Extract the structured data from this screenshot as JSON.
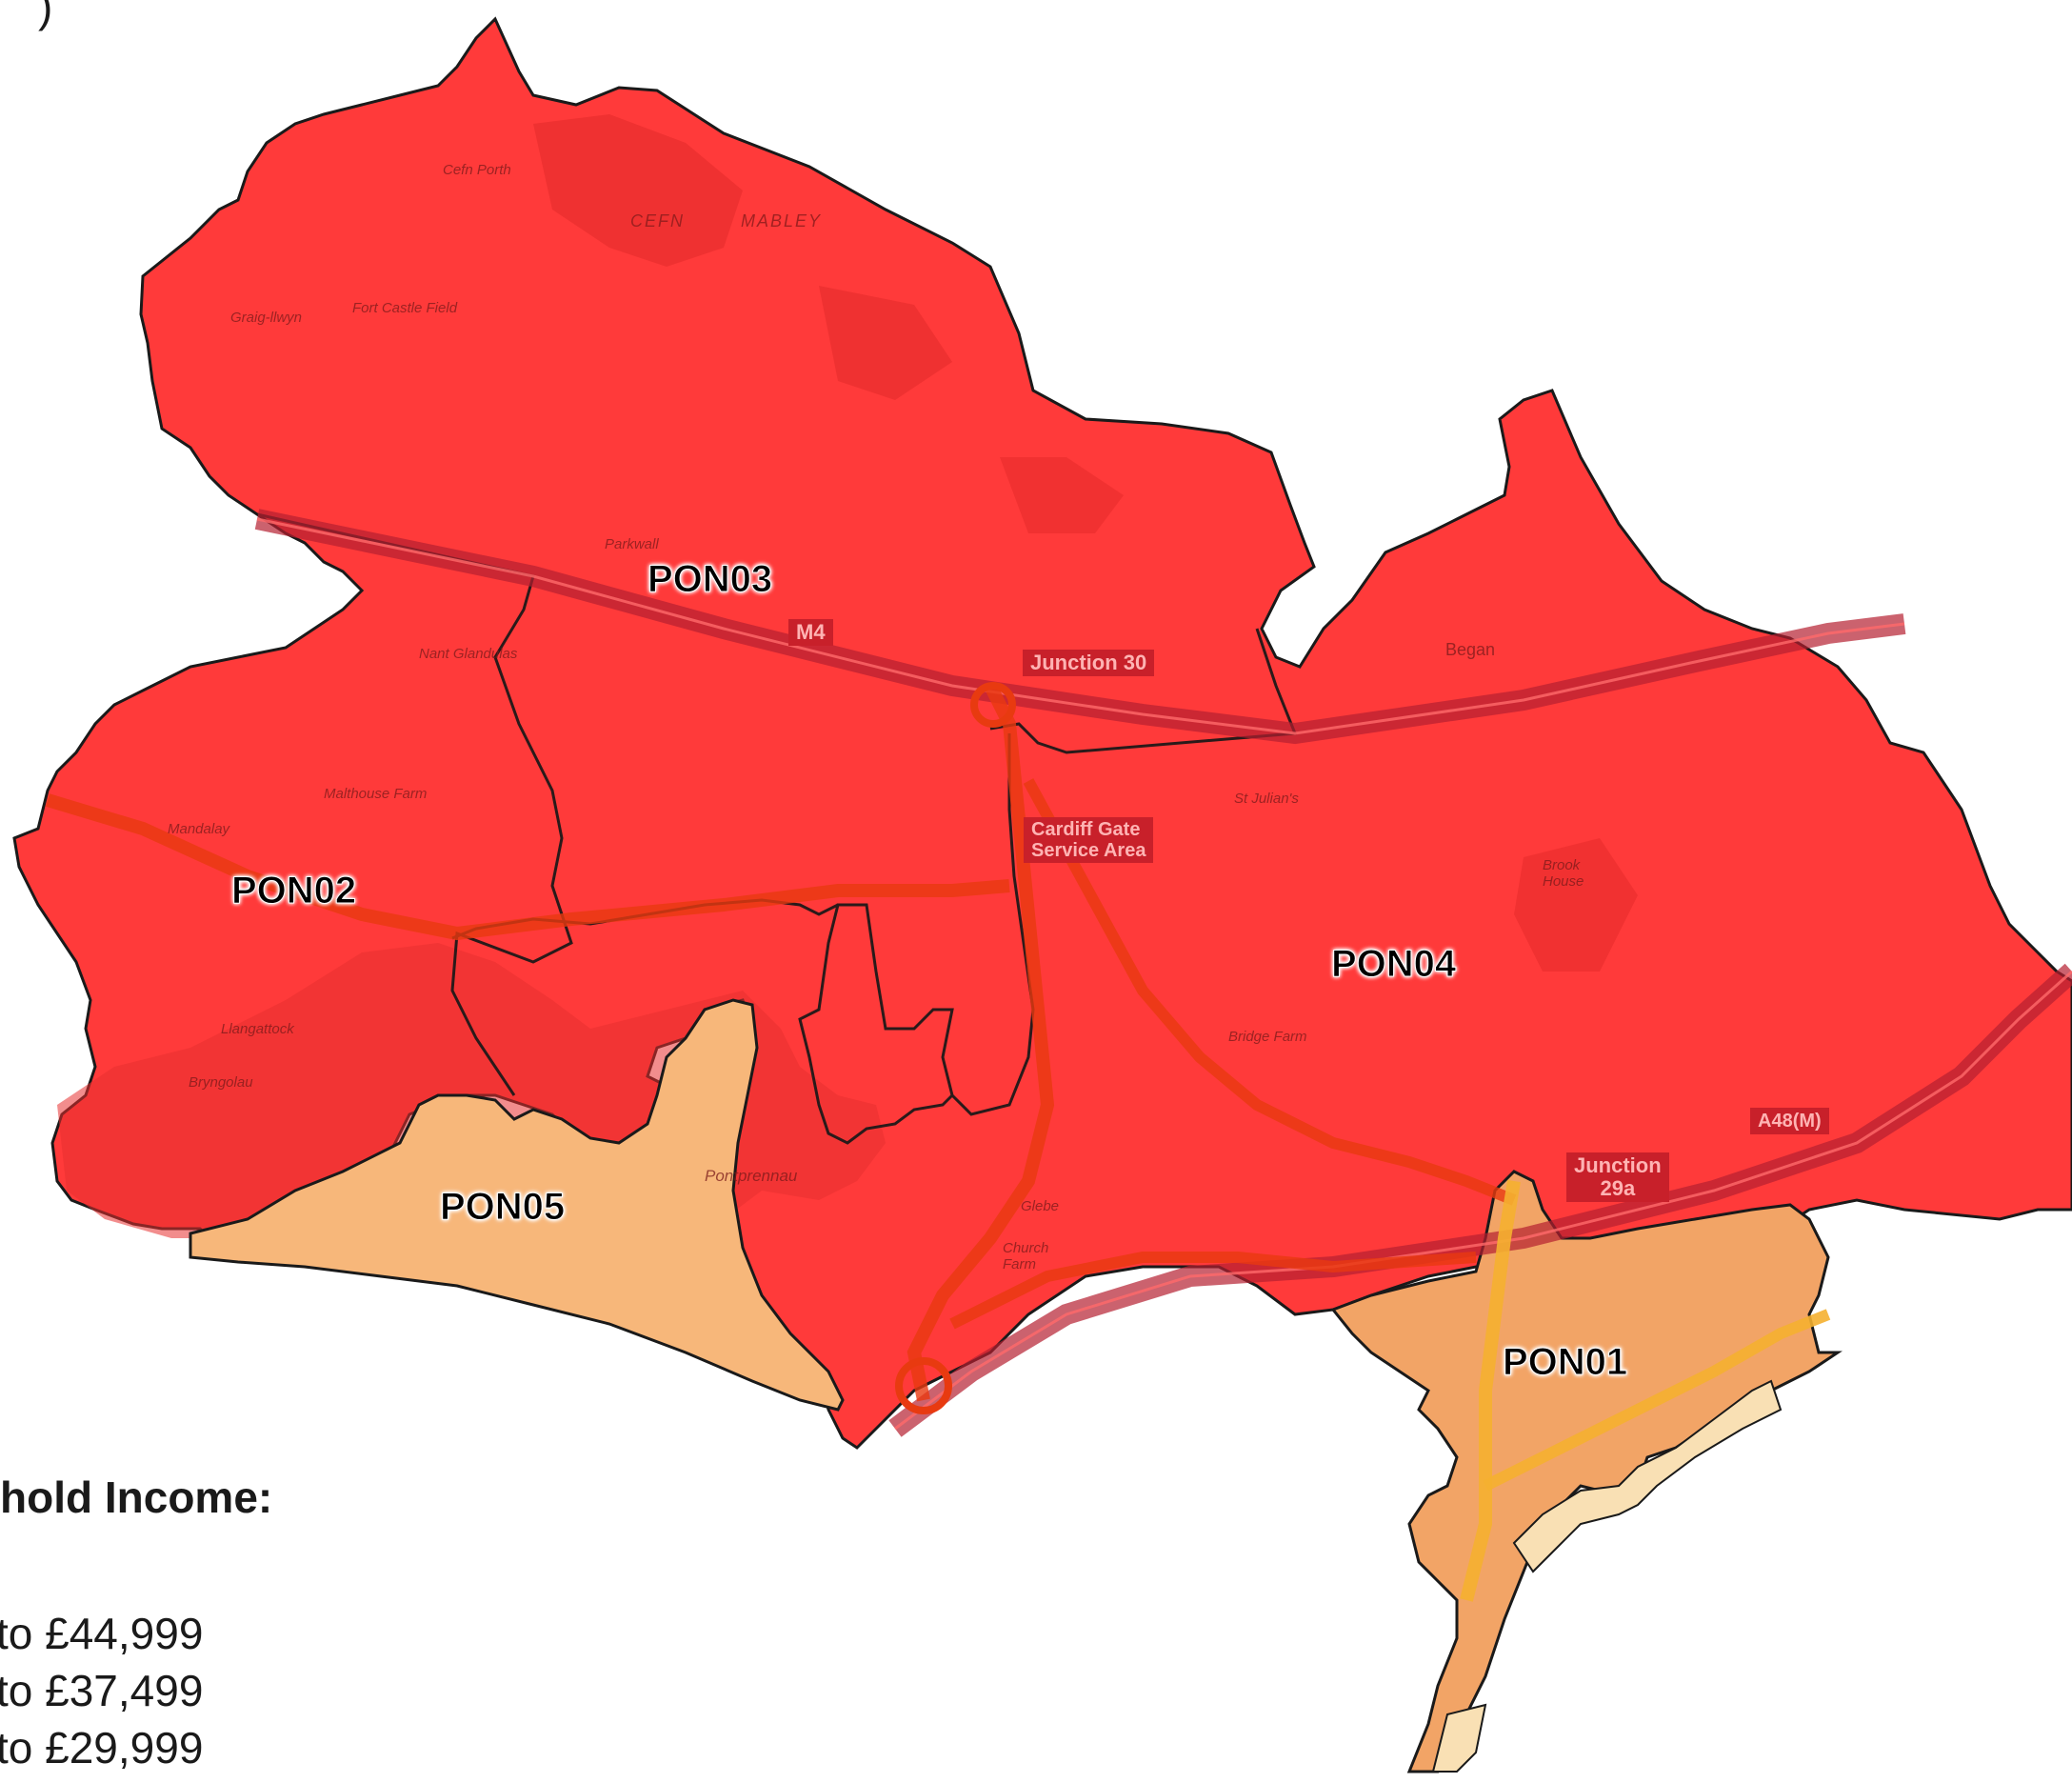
{
  "areas": [
    {
      "id": "PON01",
      "label": "PON01",
      "color": "#f2a466"
    },
    {
      "id": "PON02",
      "label": "PON02",
      "color": "#ff3a3a"
    },
    {
      "id": "PON03",
      "label": "PON03",
      "color": "#ff3a3a"
    },
    {
      "id": "PON04",
      "label": "PON04",
      "color": "#ff3a3a"
    },
    {
      "id": "PON05",
      "label": "PON05",
      "color": "#f7b77a"
    }
  ],
  "road_labels": {
    "m4": "M4",
    "junction30": "Junction 30",
    "cardiff_gate_1": "Cardiff Gate",
    "cardiff_gate_2": "Service Area",
    "a48m": "A48(M)",
    "junction29a_1": "Junction",
    "junction29a_2": "29a"
  },
  "place_labels": {
    "cefn": "CEFN",
    "mabley": "MABLEY",
    "began": "Began",
    "st_julians": "St Julian's",
    "brook_house": "Brook House",
    "malthouse_farm": "Malthouse Farm",
    "mandalay": "Mandalay",
    "llangattock": "Llangattock",
    "bryngolau": "Bryngolau",
    "pontprennau": "Pontprennau",
    "bridge_farm": "Bridge Farm",
    "church_farm": "Church Farm",
    "glebe": "Glebe",
    "graig_llwyn": "Graig-llwyn",
    "fort_castle_field": "Fort Castle Field",
    "cefn_porth": "Cefn Porth",
    "nant_glandulas": "Nant Glandulas",
    "parkwall": "Parkwall"
  },
  "legend": {
    "title": "hold Income:",
    "items": [
      "to £44,999",
      "to £37,499",
      "to £29,999"
    ],
    "swatches": [
      "#ff3a3a",
      "#f2a466",
      "#f7b77a"
    ]
  },
  "colors": {
    "high_income": "#ff3a3a",
    "mid_income": "#f2a466",
    "low_income": "#f7b77a",
    "lowest_income": "#f9e0b4",
    "boundary": "#222222",
    "road": "#e83a10",
    "motorway": "#b52030"
  }
}
